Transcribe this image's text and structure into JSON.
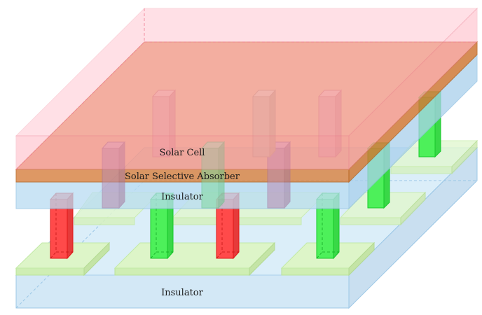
{
  "labels": {
    "solar_cell": "Solar Cell",
    "absorber": "Solar Selective Absorber",
    "insulator_top": "Insulator",
    "insulator_bottom": "Insulator"
  },
  "colors": {
    "solar_cell": "#ff8fa3",
    "absorber": "#e07b2e",
    "insulator": "#b9dcf2",
    "pad": "#c9f0a8",
    "leg_n": "#ff3b3b",
    "leg_p": "#2ef23b"
  }
}
